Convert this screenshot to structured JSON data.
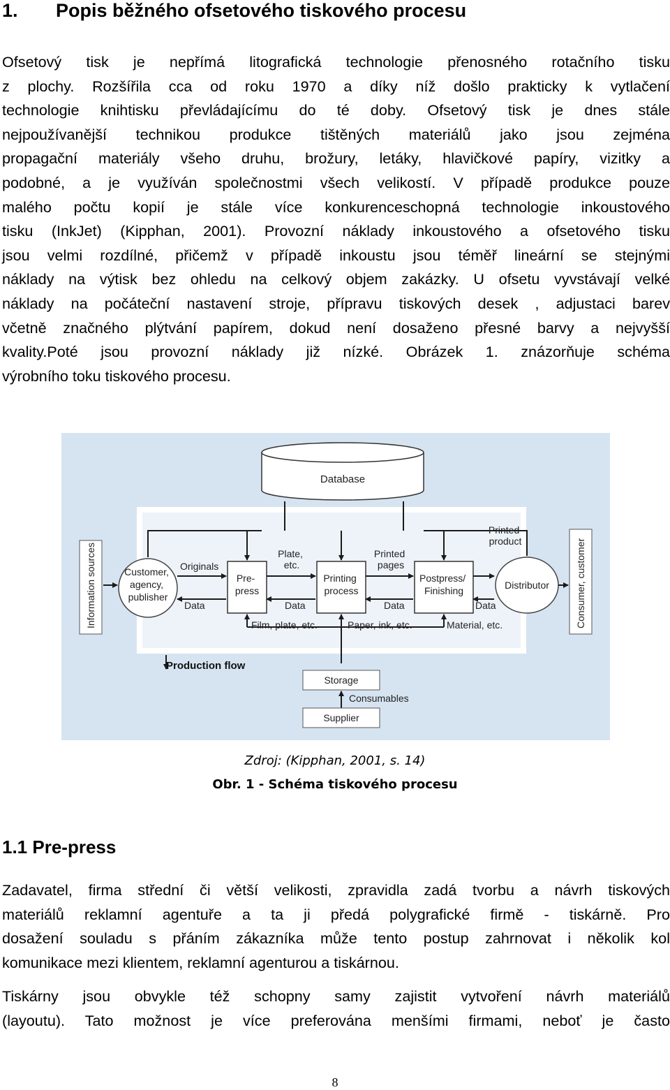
{
  "heading": {
    "number": "1.",
    "title": "Popis běžného ofsetového tiskového procesu"
  },
  "intro_lines": [
    "Ofsetový tisk je nepřímá litografická technologie přenosného rotačního tisku",
    "z plochy. Rozšířila cca od roku 1970 a díky níž došlo prakticky k vytlačení",
    "technologie knihtisku převládajícímu do té doby. Ofsetový tisk je dnes stále",
    "nejpoužívanější technikou produkce tištěných materiálů jako jsou zejména",
    "propagační materiály všeho druhu, brožury, letáky, hlavičkové papíry, vizitky a",
    "podobné, a je využíván společnostmi všech velikostí. V případě produkce pouze",
    "malého počtu kopií je stále více konkurenceschopná technologie inkoustového",
    "tisku (InkJet) (Kipphan, 2001). Provozní náklady inkoustového a ofsetového tisku",
    "jsou velmi rozdílné, přičemž v případě inkoustu jsou téměř lineární se stejnými",
    "náklady na výtisk bez ohledu na celkový objem zakázky. U ofsetu vyvstávají velké",
    "náklady na počáteční nastavení stroje, přípravu tiskových desek , adjustaci barev",
    "včetně značného plýtvání papírem, dokud není dosaženo přesné barvy a nejvyšší",
    "kvality.Poté jsou  provozní náklady již nízké. Obrázek 1. znázorňuje schéma",
    "výrobního toku tiskového procesu."
  ],
  "diagram": {
    "database": "Database",
    "information_sources": "Information sources",
    "consumer": "Consumer, customer",
    "customer": [
      "Customer,",
      "agency,",
      "publisher"
    ],
    "prepress": [
      "Pre-",
      "press"
    ],
    "printing": [
      "Printing",
      "process"
    ],
    "postpress": [
      "Postpress/",
      "Finishing"
    ],
    "distributor": "Distributor",
    "originals": "Originals",
    "plate": [
      "Plate,",
      "etc."
    ],
    "printed_pages": [
      "Printed",
      "pages"
    ],
    "printed_product": [
      "Printed",
      "product"
    ],
    "data_label": "Data",
    "film": "Film, plate, etc.",
    "paper": "Paper, ink, etc.",
    "material": "Material, etc.",
    "production_flow": "Production flow",
    "storage": "Storage",
    "consumables": "Consumables",
    "supplier": "Supplier",
    "colors": {
      "background": "#d6e4f1",
      "inner": "#eef3f9",
      "box": "#ffffff",
      "arrow": "#1a1a1a"
    }
  },
  "source_caption": "Zdroj:  (Kipphan, 2001, s. 14)",
  "figure_caption": "Obr.  1 - Schéma tiskového procesu",
  "subheading": "1.1 Pre-press",
  "para2_lines": [
    "Zadavatel, firma střední či větší velikosti, zpravidla zadá tvorbu a návrh tiskových",
    "materiálů reklamní agentuře a ta ji předá polygrafické firmě - tiskárně. Pro",
    "dosažení souladu s přáním zákazníka může tento postup zahrnovat i několik kol",
    "komunikace mezi klientem, reklamní agenturou a tiskárnou."
  ],
  "para3_lines": [
    "Tiskárny jsou obvykle též schopny samy zajistit vytvoření návrh materiálů",
    "(layoutu).  Tato možnost je více preferována menšími firmami, neboť je často"
  ],
  "page_number": "8"
}
